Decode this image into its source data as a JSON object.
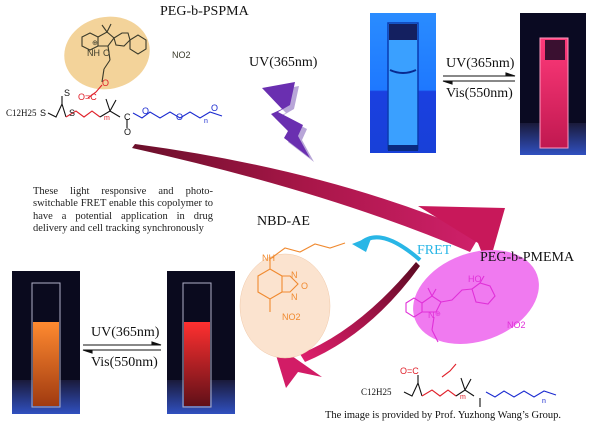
{
  "labels": {
    "top_polymer": "PEG-b-PSPMA",
    "bottom_polymer": "PEG-b-PMEMA",
    "dye": "NBD-AE",
    "fret": "FRET",
    "uv_main": "UV(365nm)",
    "description": "These light responsive and photo-switchable FRET enable this copolymer to have a potential application in drug delivery and cell tracking synchronously",
    "credit": "The image is provided by Prof. Yuzhong Wang’s Group."
  },
  "switch_top": {
    "forward": "UV(365nm)",
    "reverse": "Vis(550nm)"
  },
  "switch_bottom": {
    "forward": "UV(365nm)",
    "reverse": "Vis(550nm)"
  },
  "chem_top": {
    "end_group": "C12H25",
    "sub_12": "12",
    "sub_25": "25",
    "s": "S",
    "o": "O",
    "nh": "NH",
    "nplus": "⊕",
    "no2": "NO2",
    "carbonyl": "O=C",
    "m": "m",
    "n": "n"
  },
  "chem_bottom": {
    "ho": "HO",
    "n": "N",
    "nplus": "⊕",
    "no2": "NO2",
    "carbonyl": "O=C",
    "m": "m",
    "nrep": "n"
  },
  "chem_dye": {
    "nh": "NH",
    "n": "N",
    "o": "O",
    "no2": "NO2"
  },
  "colors": {
    "spiropyran_ellipse": "#f3d39a",
    "merocyanine_ellipse": "#f07af0",
    "dye_ellipse": "#fbe3cf",
    "arrow_crimson": "#b0164f",
    "lightning": "#6a2fb0",
    "fret_blue": "#29b6e6",
    "polymer_red": "#e0202a",
    "peg_blue": "#1a2ad0",
    "dye_orange": "#f08a30",
    "mero_magenta": "#e030d8"
  },
  "icons": {
    "lightning": "lightning-bolt-icon",
    "equilibrium": "equilibrium-arrows-icon"
  }
}
